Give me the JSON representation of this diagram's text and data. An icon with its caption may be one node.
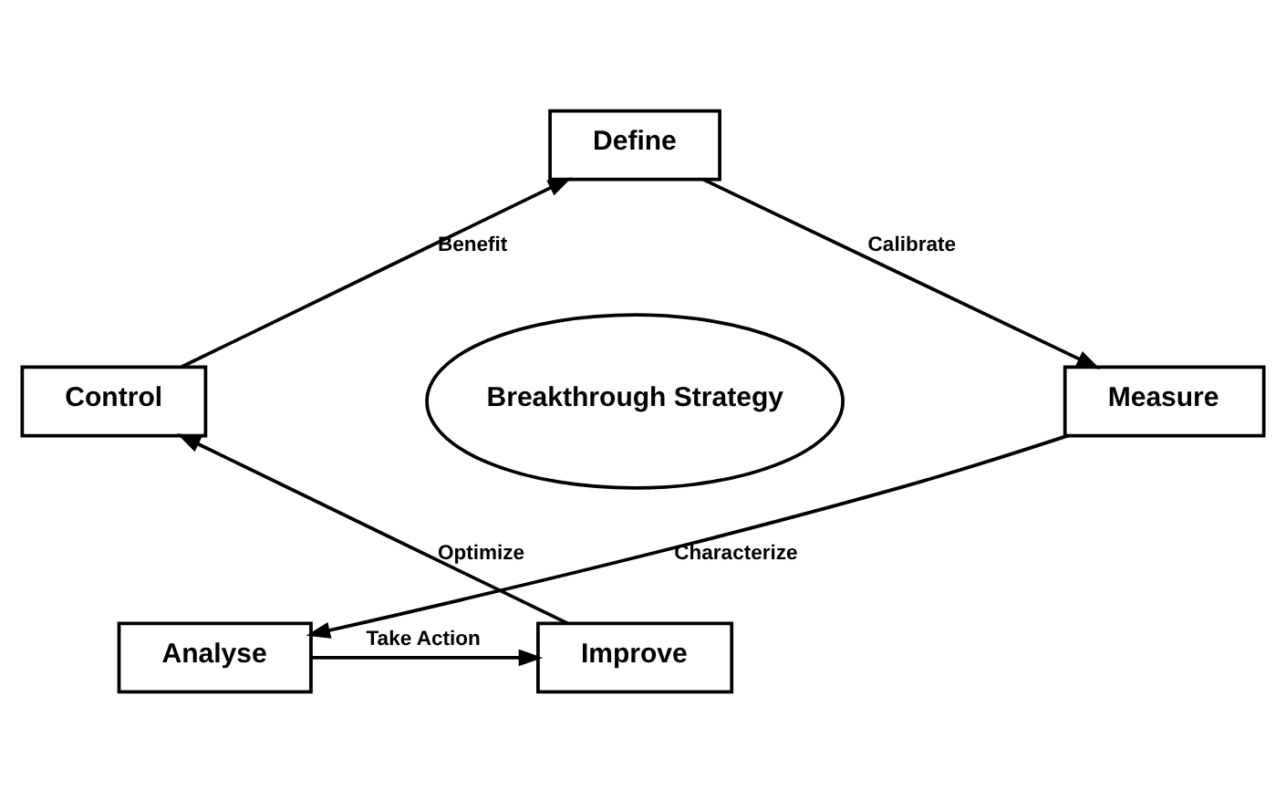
{
  "diagram": {
    "nodes": [
      {
        "text": [
          "Define"
        ]
      },
      {
        "text": [
          "Measure"
        ]
      },
      {
        "text": [
          "Analyse"
        ]
      },
      {
        "text": [
          "Improve"
        ]
      },
      {
        "text": [
          "Control"
        ]
      },
      {
        "text": [
          "Breakthrough Strategy"
        ]
      }
    ],
    "edges": [
      {
        "from": 0,
        "to": 1,
        "arrow": "to",
        "label": "Calibrate"
      },
      {
        "from": 1,
        "to": 2,
        "arrow": "to",
        "label": "Characterize"
      },
      {
        "from": 2,
        "to": 3,
        "arrow": "to",
        "label": "Take Action"
      },
      {
        "from": 3,
        "to": 4,
        "arrow": "to",
        "label": "Optimize"
      },
      {
        "from": 4,
        "to": 0,
        "arrow": "to",
        "label": "Benefit"
      }
    ]
  }
}
